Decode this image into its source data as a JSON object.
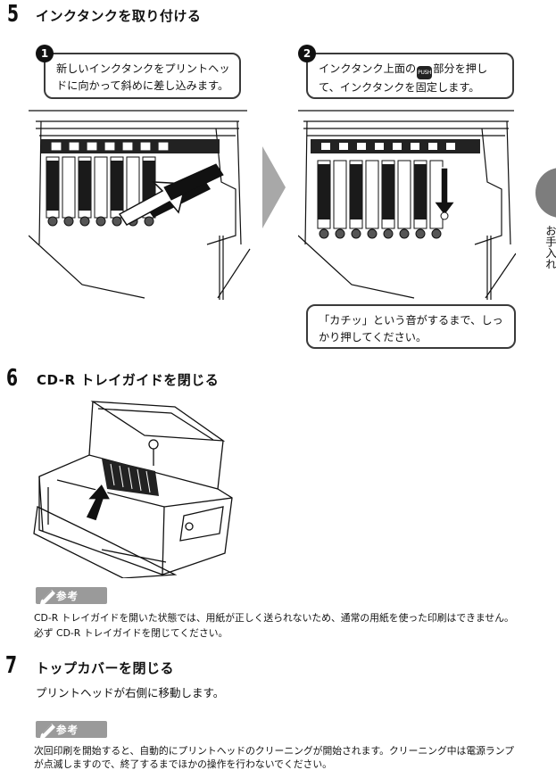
{
  "side_tab": {
    "label": "お手入れ"
  },
  "step5": {
    "number": "5",
    "title": "インクタンクを取り付ける",
    "sub1": {
      "badge": "1",
      "text": "新しいインクタンクをプリントヘッドに向かって斜めに差し込みます。"
    },
    "sub2": {
      "badge": "2",
      "text_before": "インクタンク上面の",
      "icon_label": "PUSH",
      "text_after": "部分を押して、インクタンクを固定します。"
    },
    "click_note": "「カチッ」という音がするまで、しっかり押してください。"
  },
  "step6": {
    "number": "6",
    "title": "CD-R トレイガイドを閉じる",
    "note_label": "参考",
    "note_line1": "CD-R トレイガイドを開いた状態では、用紙が正しく送られないため、通常の用紙を使った印刷はできません。",
    "note_line2": "必ず CD-R トレイガイドを閉じてください。"
  },
  "step7": {
    "number": "7",
    "title": "トップカバーを閉じる",
    "body": "プリントヘッドが右側に移動します。",
    "note_label": "参考",
    "note_line1": "次回印刷を開始すると、自動的にプリントヘッドのクリーニングが開始されます。クリーニング中は電源ランプ",
    "note_line2": "が点滅しますので、終了するまでほかの操作を行わないでください。"
  },
  "colors": {
    "text": "#111111",
    "note_badge": "#9a9a9a",
    "side_tab": "#7d7d7d"
  },
  "icons": {
    "note": "pencil-icon",
    "push": "push-button-icon",
    "next": "chevron-right-icon"
  }
}
